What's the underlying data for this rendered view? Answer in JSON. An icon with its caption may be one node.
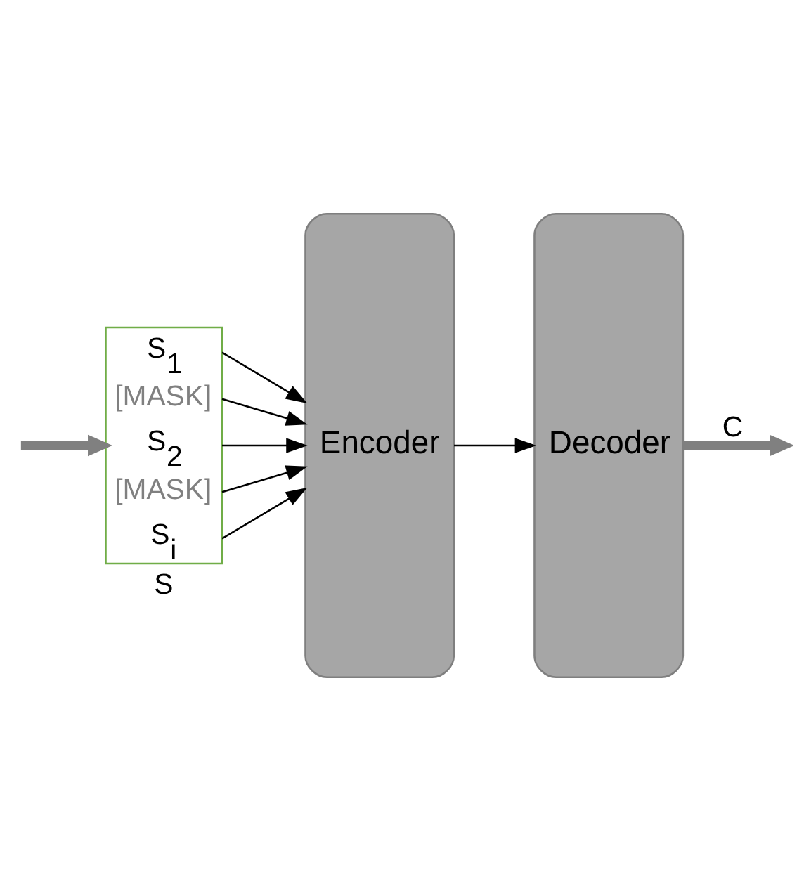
{
  "diagram": {
    "nodes": [
      {
        "text": [
          "S$_{1}$",
          "[MASK]",
          "S$_{2}$",
          "[MASK]",
          "S$_{i}$"
        ],
        "beside": [
          "S"
        ]
      },
      {
        "text": [
          "Encoder"
        ]
      },
      {
        "text": [
          "Decoder"
        ]
      }
    ],
    "edges": [
      {
        "from": null,
        "to": 0,
        "arrow": "to",
        "style": "thick",
        "color": "#808080"
      },
      {
        "from": 0,
        "to": 1,
        "arrow": "to"
      },
      {
        "from": 0,
        "to": 1,
        "arrow": "to"
      },
      {
        "from": 0,
        "to": 1,
        "arrow": "to"
      },
      {
        "from": 0,
        "to": 1,
        "arrow": "to"
      },
      {
        "from": 0,
        "to": 1,
        "arrow": "to"
      },
      {
        "from": 1,
        "to": 2,
        "arrow": "to"
      },
      {
        "from": 2,
        "to": null,
        "arrow": "to",
        "label": "C",
        "style": "thick",
        "color": "#808080"
      }
    ]
  }
}
